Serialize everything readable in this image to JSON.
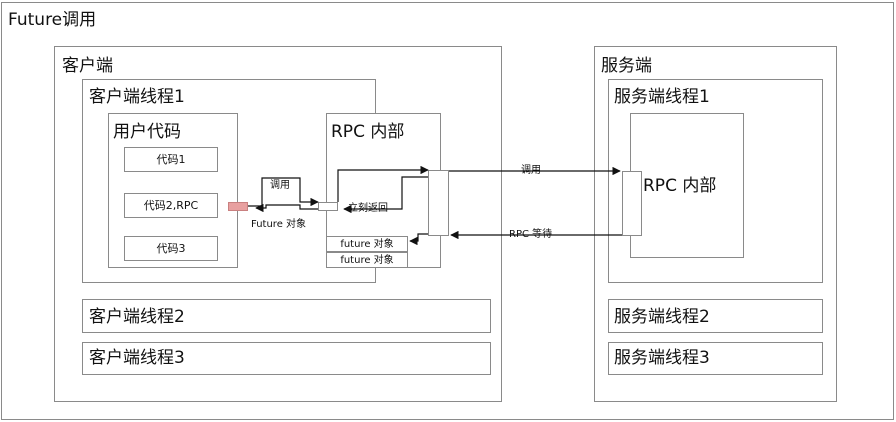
{
  "diagram": {
    "title": "Future调用",
    "client": {
      "label": "客户端",
      "thread1": "客户端线程1",
      "thread2": "客户端线程2",
      "thread3": "客户端线程3",
      "user_code": {
        "label": "用户代码",
        "code1": "代码1",
        "code2": "代码2,RPC",
        "code3": "代码3"
      },
      "rpc": {
        "label": "RPC 内部",
        "future_object_1": "future 对象",
        "future_object_2": "future 对象"
      },
      "arrow_call": "调用",
      "arrow_future": "Future 对象",
      "arrow_return": "立刻返回"
    },
    "server": {
      "label": "服务端",
      "thread1": "服务端线程1",
      "thread2": "服务端线程2",
      "thread3": "服务端线程3",
      "rpc_label": "RPC 内部"
    },
    "arrow_call_server": "调用",
    "arrow_rpc_wait": "RPC 等待",
    "colors": {
      "border": "#8a8a8a",
      "highlight": "#e8a0a0",
      "arrow": "#111111"
    }
  }
}
